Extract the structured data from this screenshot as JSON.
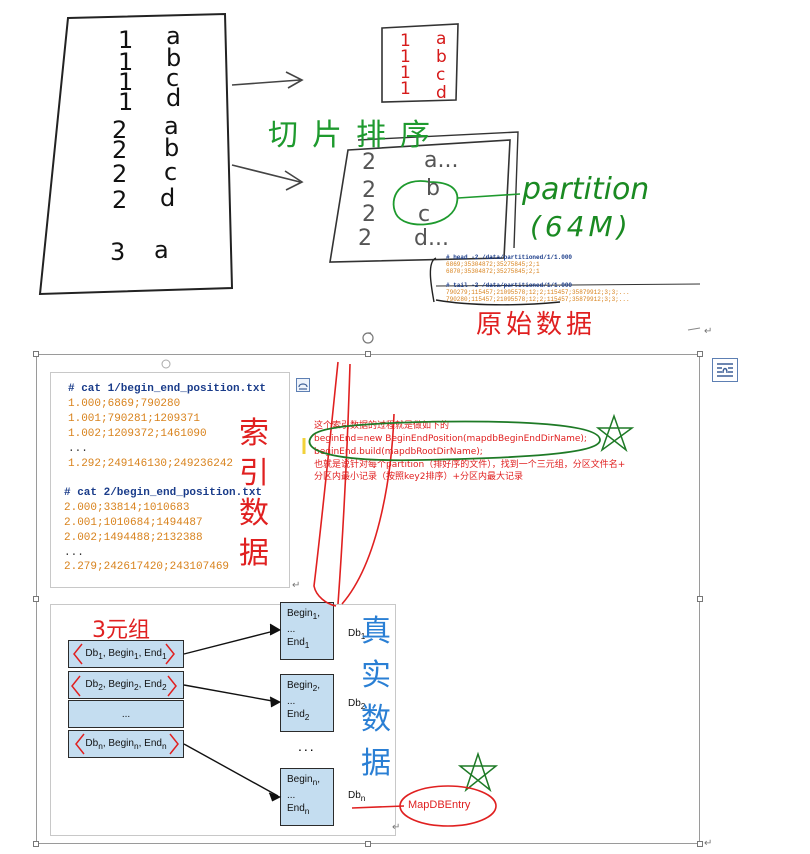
{
  "sketch": {
    "left_table": {
      "keys": [
        "1",
        "1",
        "1",
        "1",
        "2",
        "2",
        "2",
        "2",
        "3"
      ],
      "values": [
        "a",
        "b",
        "c",
        "d",
        "a",
        "b",
        "c",
        "d",
        "a"
      ]
    },
    "sorted_chunk": {
      "keys": [
        "1",
        "1",
        "1",
        "1"
      ],
      "values": [
        "a",
        "b",
        "c",
        "d"
      ]
    },
    "partition_table": {
      "keys": [
        "2",
        "2",
        "2",
        "2"
      ],
      "values": [
        "a...",
        "b",
        "c",
        "d..."
      ]
    },
    "cut_sort_label": "切片排序",
    "partition_label": "partition",
    "partition_size": "(64M)",
    "raw_data_label": "原始数据",
    "mini_code": {
      "head_cmd": "# head -2 /data/partitioned/1/1.000",
      "head_lines": [
        "6869;35304872;35275845;2;1",
        "6870;35304872;35275845;2;1"
      ],
      "tail_cmd": "# tail -2 /data/partitioned/1/1.000",
      "tail_lines": [
        "790279;115457;21095578;12;2;115457;35879912;3;3;...",
        "790280;115457;21095578;12;2;115457;35879912;3;3;..."
      ]
    }
  },
  "doc": {
    "code": {
      "cmd1": "# cat 1/begin_end_position.txt",
      "lines1": [
        "1.000;6869;790280",
        "1.001;790281;1209371",
        "1.002;1209372;1461090",
        "...",
        "1.292;249146130;249236242"
      ],
      "cmd2": "# cat 2/begin_end_position.txt",
      "lines2": [
        "2.000;33814;1010683",
        "2.001;1010684;1494487",
        "2.002;1494488;2132388",
        "...",
        "2.279;242617420;243107469"
      ]
    },
    "index_label": [
      "索",
      "引",
      "数",
      "据"
    ],
    "note": {
      "line1": "这个索引数据的过程就是做如下的",
      "line2": "beginEnd=new BeginEndPosition(mapdbBeginEndDirName);",
      "line3": " beginEnd.build(mapdbRootDirName);",
      "line4": "也就是说针对每个partition（排好序的文件），找到一个三元组，分区文件名+",
      "line5": "分区内最小记录（按照key2排序）+分区内最大记录"
    },
    "triple_label": "3元组",
    "tuples": [
      {
        "db": "Db",
        "db_sub": "1",
        "begin": "Begin",
        "begin_sub": "1",
        "end": "End",
        "end_sub": "1"
      },
      {
        "db": "Db",
        "db_sub": "2",
        "begin": "Begin",
        "begin_sub": "2",
        "end": "End",
        "end_sub": "2"
      },
      {
        "middle": "..."
      },
      {
        "db": "Db",
        "db_sub": "n",
        "begin": "Begin",
        "begin_sub": "n",
        "end": "End",
        "end_sub": "n"
      }
    ],
    "db_boxes": [
      {
        "begin": "Begin",
        "sub": "1",
        "dots": "...",
        "end": "End",
        "label": "Db",
        "label_sub": "1"
      },
      {
        "begin": "Begin",
        "sub": "2",
        "dots": "...",
        "end": "End",
        "label": "Db",
        "label_sub": "2"
      },
      {
        "begin": "Begin",
        "sub": "n",
        "dots": "...",
        "end": "End",
        "label": "Db",
        "label_sub": "n"
      }
    ],
    "between_dots": "...",
    "real_data_label": [
      "真",
      "实",
      "数",
      "据"
    ],
    "mapdb_entry": "MapDBEntry"
  },
  "colors": {
    "handwriting_green": "#1e9a2e",
    "handwriting_red": "#e02020",
    "handwriting_blue": "#2a7fd4",
    "box_fill": "#c4ddf0",
    "code_header": "#1a3c8a",
    "code_value": "#d8821c"
  }
}
